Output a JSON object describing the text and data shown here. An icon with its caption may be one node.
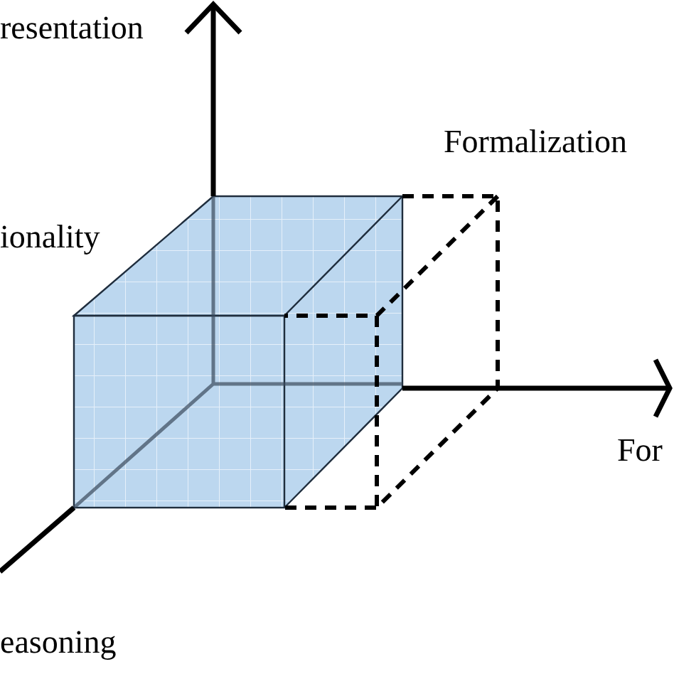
{
  "diagram": {
    "labels": [
      "resentation",
      "Formalization",
      "ionality",
      "For",
      "easoning"
    ]
  }
}
